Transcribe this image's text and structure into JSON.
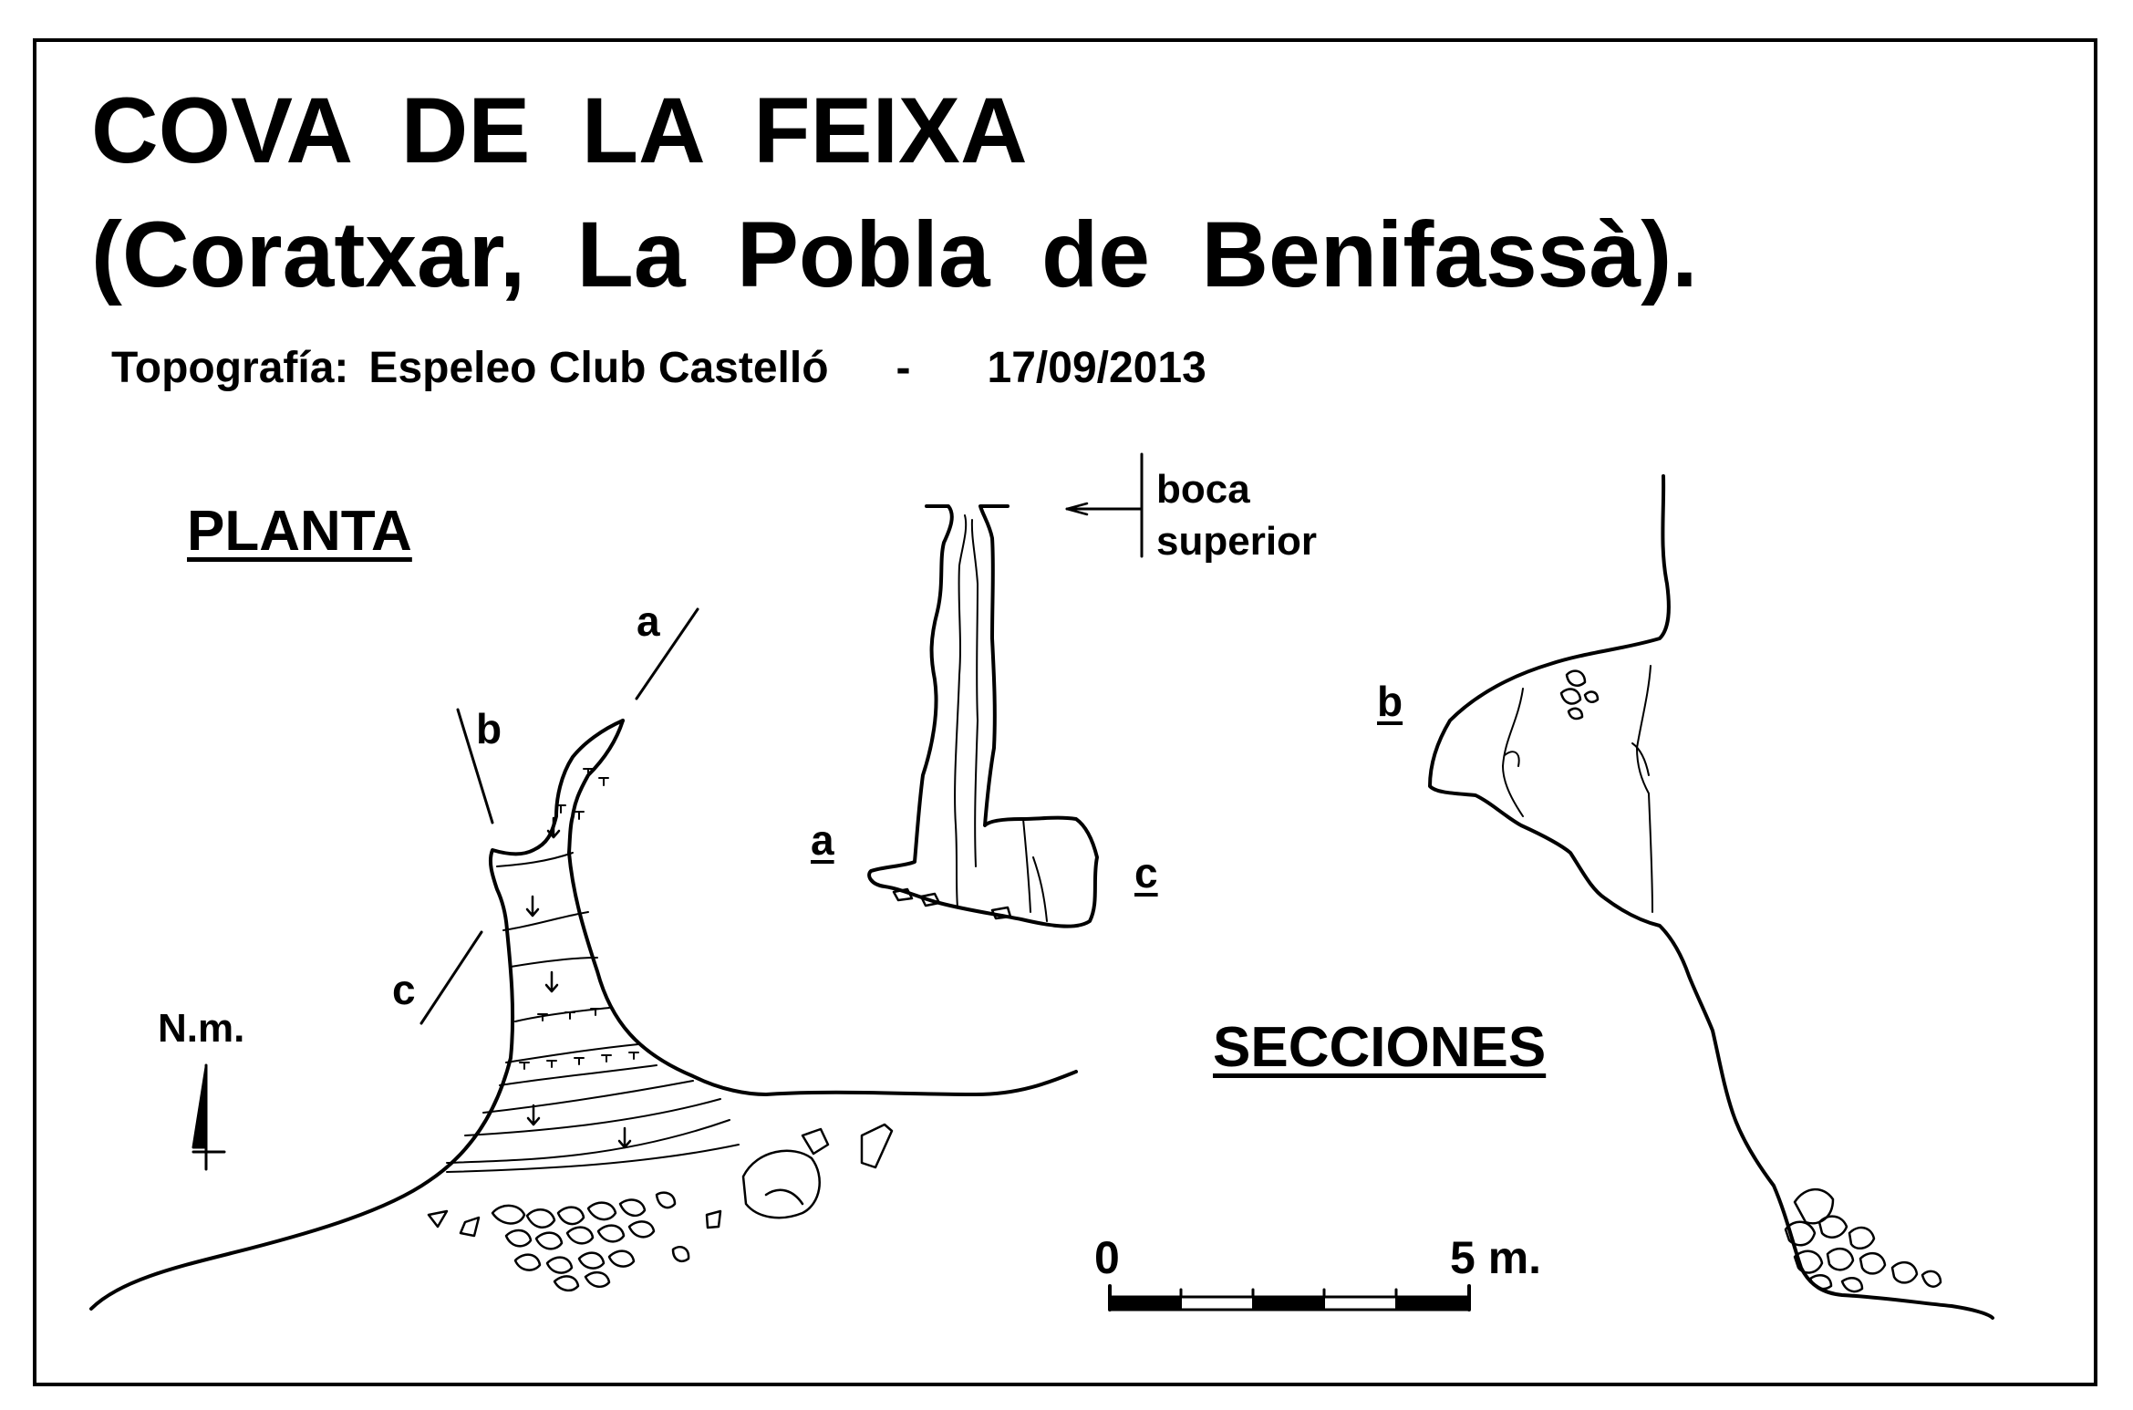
{
  "title": {
    "line1": "COVA DE LA FEIXA",
    "line2": "(Coratxar, La Pobla de Benifassà)."
  },
  "credits": {
    "label": "Topografía:",
    "author": "Espeleo Club Castelló",
    "separator": "-",
    "date": "17/09/2013"
  },
  "plan": {
    "heading": "PLANTA",
    "north_label": "N.m.",
    "section_marks": [
      "a",
      "b",
      "c"
    ]
  },
  "sections": {
    "heading": "SECCIONES",
    "label_a": "a",
    "label_b": "b",
    "label_c": "c",
    "entrance_label_line1": "boca",
    "entrance_label_line2": "superior"
  },
  "scale": {
    "start_label": "0",
    "end_label": "5 m."
  }
}
